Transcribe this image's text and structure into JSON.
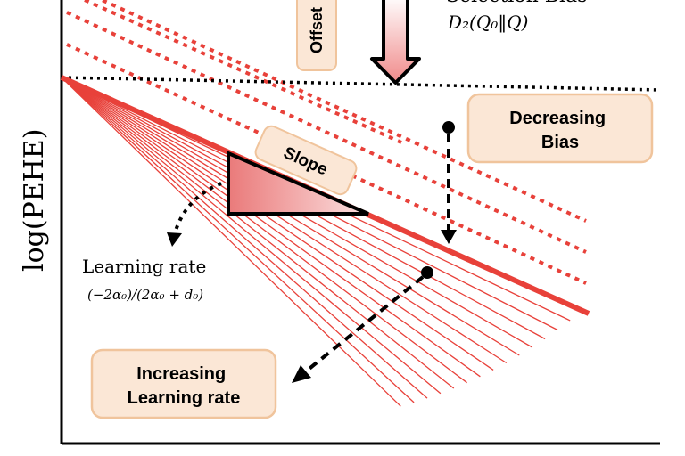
{
  "colors": {
    "red": "#e8413a",
    "dotted_red": "#e8413a",
    "box_fill": "#fbe7d6",
    "box_stroke": "#f0c49c",
    "slope_fill": "#f3b8b8",
    "frame": "#000000"
  },
  "labels": {
    "y_axis": "log(PEHE)",
    "selection_bias_title": "Selection Bias",
    "selection_bias_formula": "D₂(Q₀‖Q)",
    "offset": "Offset",
    "decreasing_bias": [
      "Decreasing",
      "Bias"
    ],
    "slope": "Slope",
    "learning_rate": "Learning rate",
    "learning_rate_formula": "(−2α₀)/(2α₀ + d₀)",
    "increasing_learning_rate": [
      "Increasing",
      "Learning rate"
    ]
  },
  "icons": {
    "offset_arrow": "down-arrow-icon",
    "bias_arrow": "dashed-down-arrow-icon",
    "rate_arrow": "dashed-diagonal-arrow-icon",
    "curved_arrow": "curved-dotted-arrow-icon"
  }
}
